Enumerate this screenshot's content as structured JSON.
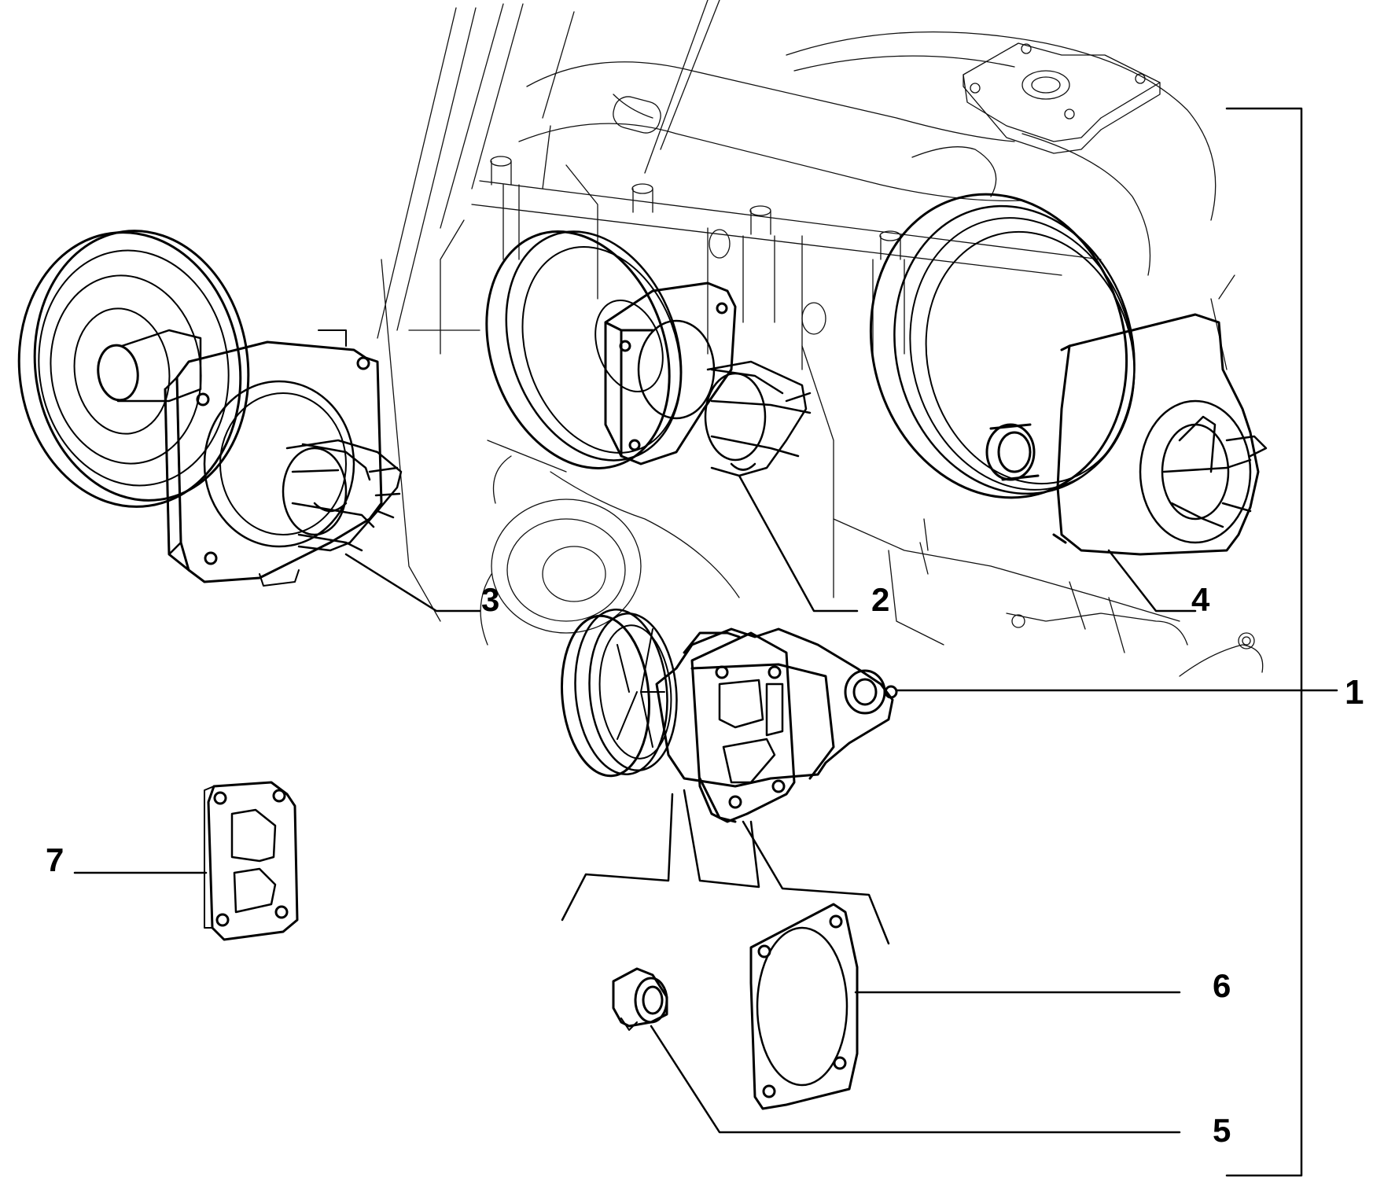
{
  "callouts": {
    "c1": "1",
    "c2": "2",
    "c3": "3",
    "c4": "4",
    "c5": "5",
    "c6": "6",
    "c7": "7"
  },
  "colors": {
    "ink": "#000000",
    "background": "#ffffff"
  }
}
